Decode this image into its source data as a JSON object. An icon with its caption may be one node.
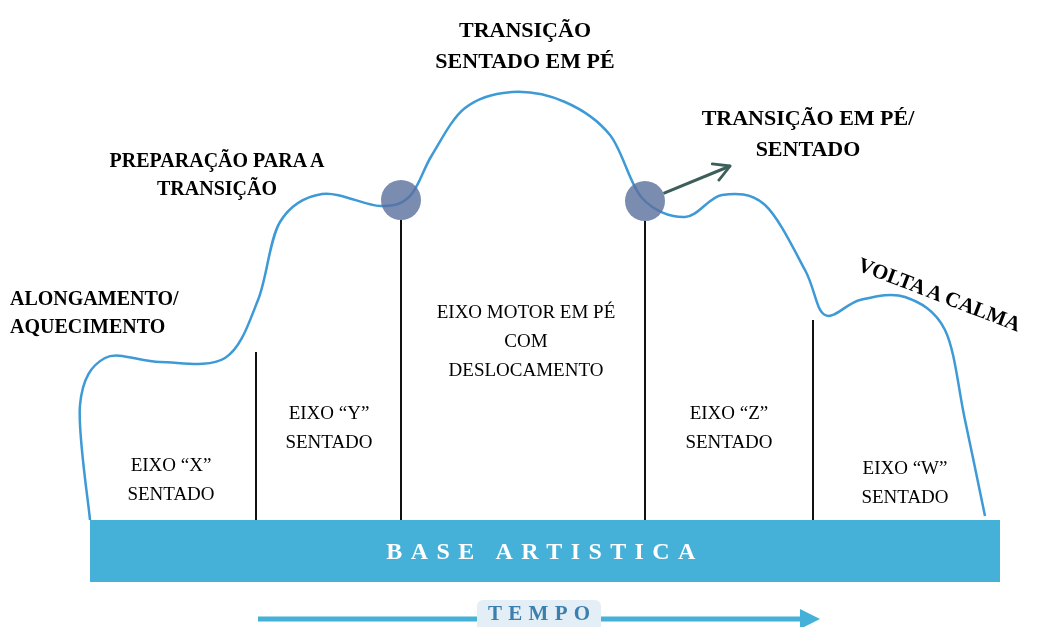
{
  "diagram": {
    "nodes": [
      {
        "text": [],
        "shape": "circle"
      },
      {
        "text": [],
        "shape": "circle"
      },
      {
        "text": [
          "BASE ARTISTICA"
        ]
      },
      {
        "text": [
          "TEMPO"
        ]
      },
      {
        "text": [
          "TRANSIÇÃO EM PÉ/ SENTADO"
        ]
      }
    ],
    "edges": [
      {
        "from": 1,
        "to": 4,
        "arrow": "to"
      },
      {
        "from": 0,
        "to": 2,
        "arrow": "none"
      },
      {
        "from": 1,
        "to": 2,
        "arrow": "none"
      }
    ],
    "labels": [
      "TRANSIÇÃO SENTADO EM PÉ",
      "PREPARAÇÃO PARA A TRANSIÇÃO",
      "ALONGAMENTO/ AQUECIMENTO",
      "VOLTA A CALMA",
      "EIXO MOTOR EM PÉ COM DESLOCAMENTO",
      "EIXO “Y” SENTADO",
      "EIXO “Z” SENTADO",
      "EIXO “X” SENTADO",
      "EIXO “W” SENTADO"
    ]
  }
}
